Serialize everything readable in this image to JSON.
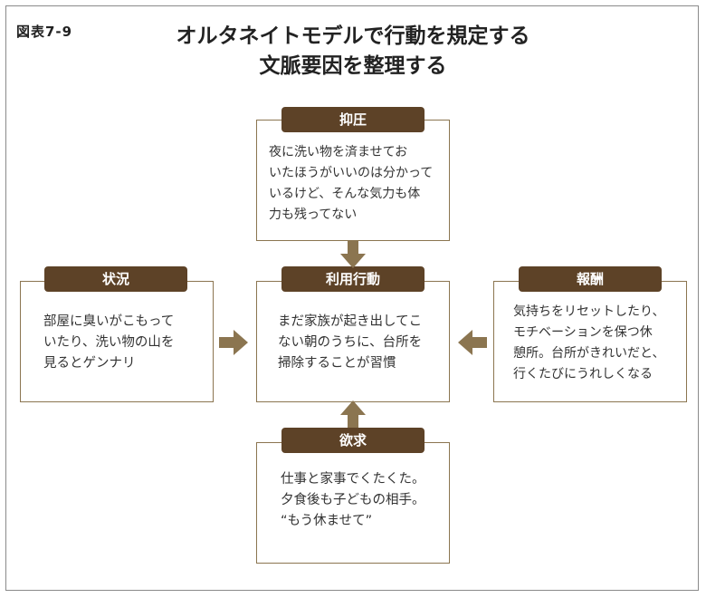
{
  "figure_label": "図表7-9",
  "title": {
    "line1": "オルタネイトモデルで行動を規定する",
    "line2": "文脈要因を整理する"
  },
  "nodes": {
    "top": {
      "label": "抑圧",
      "lines": [
        "夜に洗い物を済ませてお",
        "いたほうがいいのは分かって",
        "いるけど、そんな気力も体",
        "力も残ってない"
      ]
    },
    "left": {
      "label": "状況",
      "lines": [
        "部屋に臭いがこもって",
        "いたり、洗い物の山を",
        "見るとゲンナリ"
      ]
    },
    "center": {
      "label": "利用行動",
      "lines": [
        "まだ家族が起き出してこ",
        "ない朝のうちに、台所を",
        "掃除することが習慣"
      ]
    },
    "right": {
      "label": "報酬",
      "lines": [
        "気持ちをリセットしたり、",
        "モチベーションを保つ休",
        "憩所。台所がきれいだと、",
        "行くたびにうれしくなる"
      ]
    },
    "bottom": {
      "label": "欲求",
      "lines": [
        "仕事と家事でくたくた。",
        "夕食後も子どもの相手。",
        "“もう休ませて”"
      ]
    }
  },
  "colors": {
    "tag": "#5d4227",
    "border": "#8b7550",
    "arrow": "#8b7550"
  }
}
